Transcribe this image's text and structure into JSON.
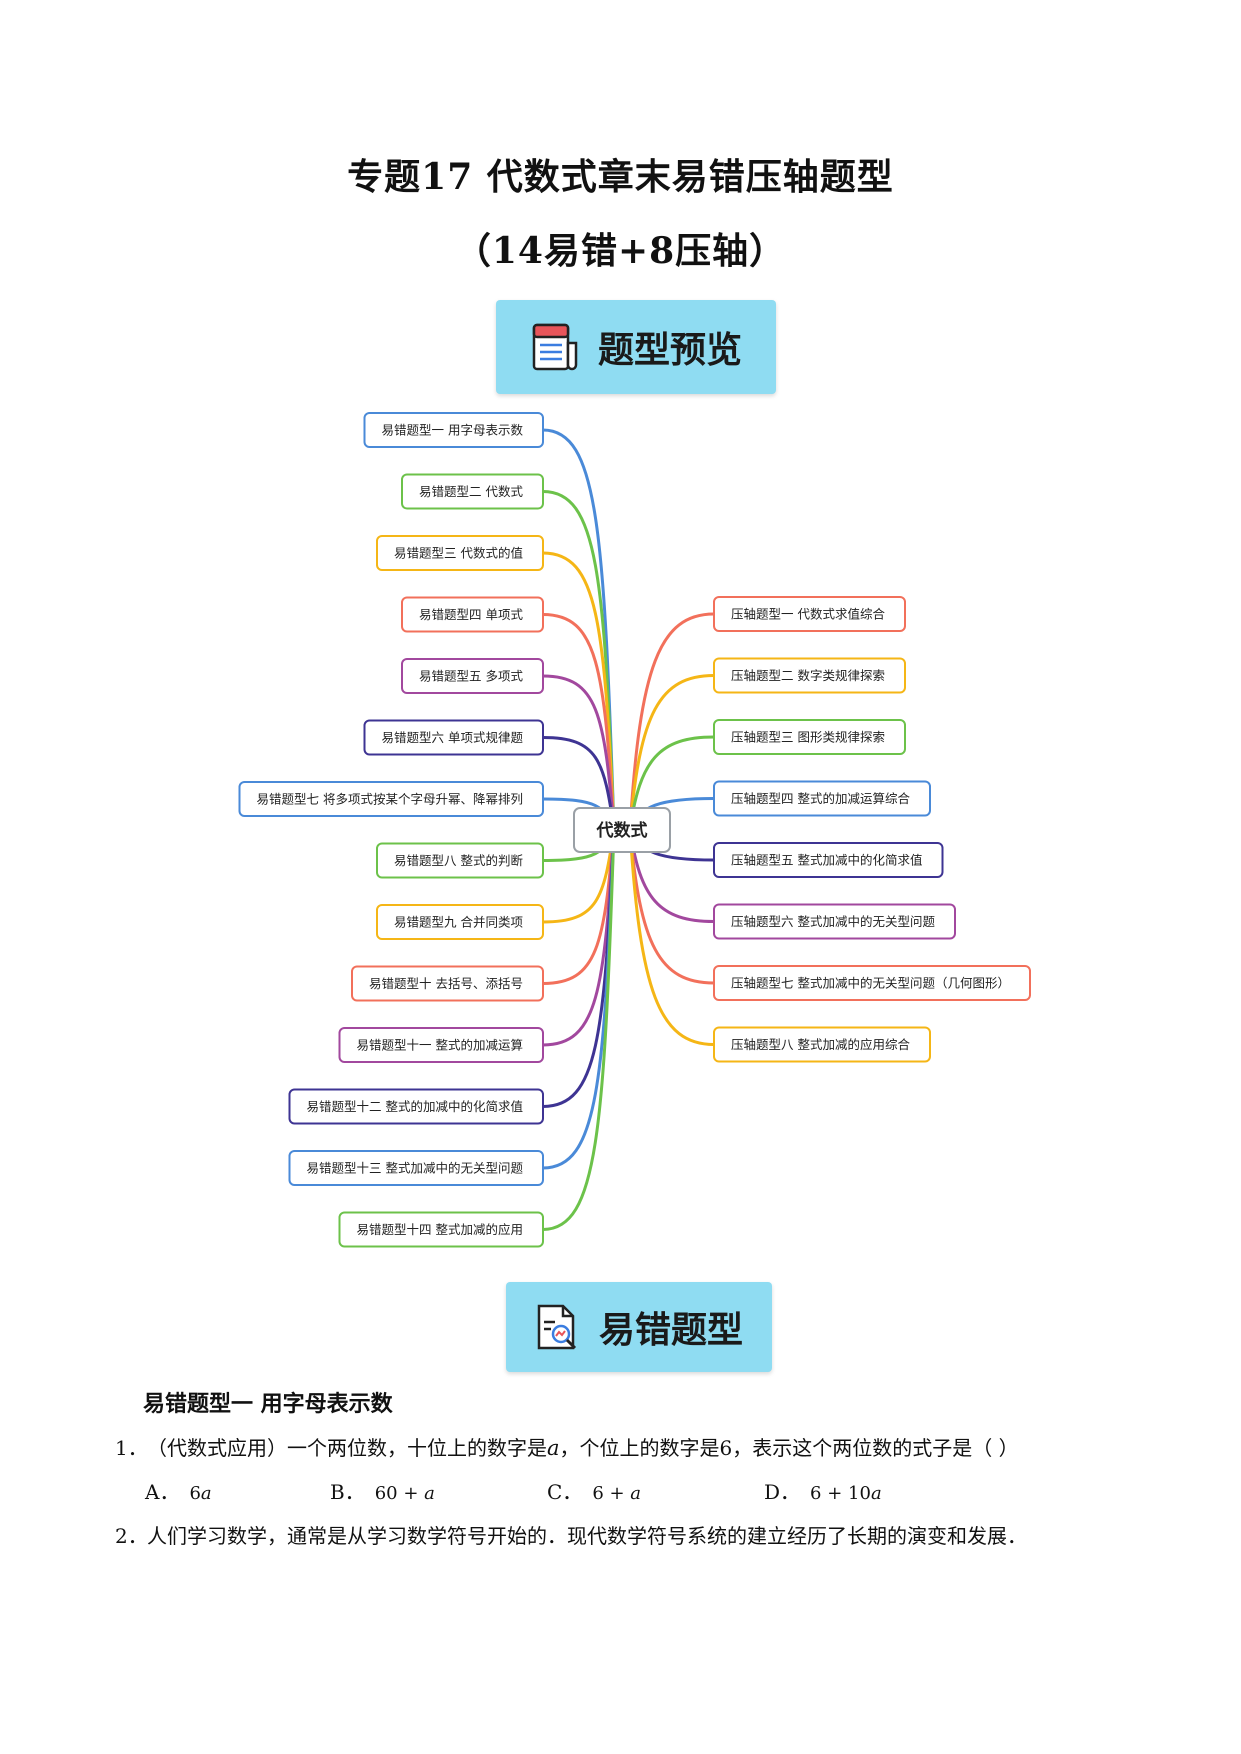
{
  "document": {
    "title_line1": "专题17 代数式章末易错压轴题型",
    "title_line2": "（14易错+8压轴）"
  },
  "banners": {
    "preview": "题型预览",
    "error_types": "易错题型"
  },
  "mindmap": {
    "center": "代数式",
    "left": [
      {
        "label": "易错题型一 用字母表示数",
        "color": "#4a8ad8"
      },
      {
        "label": "易错题型二 代数式",
        "color": "#6cc24a"
      },
      {
        "label": "易错题型三 代数式的值",
        "color": "#f5b616"
      },
      {
        "label": "易错题型四 单项式",
        "color": "#f2705b"
      },
      {
        "label": "易错题型五 多项式",
        "color": "#a2489e"
      },
      {
        "label": "易错题型六 单项式规律题",
        "color": "#3e3493"
      },
      {
        "label": "易错题型七 将多项式按某个字母升幂、降幂排列",
        "color": "#4a8ad8"
      },
      {
        "label": "易错题型八 整式的判断",
        "color": "#6cc24a"
      },
      {
        "label": "易错题型九 合并同类项",
        "color": "#f5b616"
      },
      {
        "label": "易错题型十 去括号、添括号",
        "color": "#f2705b"
      },
      {
        "label": "易错题型十一 整式的加减运算",
        "color": "#a2489e"
      },
      {
        "label": "易错题型十二 整式的加减中的化简求值",
        "color": "#3e3493"
      },
      {
        "label": "易错题型十三 整式加减中的无关型问题",
        "color": "#4a8ad8"
      },
      {
        "label": "易错题型十四 整式加减的应用",
        "color": "#6cc24a"
      }
    ],
    "right": [
      {
        "label": "压轴题型一 代数式求值综合",
        "color": "#f2705b"
      },
      {
        "label": "压轴题型二 数字类规律探索",
        "color": "#f5b616"
      },
      {
        "label": "压轴题型三 图形类规律探索",
        "color": "#6cc24a"
      },
      {
        "label": "压轴题型四 整式的加减运算综合",
        "color": "#4a8ad8"
      },
      {
        "label": "压轴题型五 整式加减中的化简求值",
        "color": "#3e3493"
      },
      {
        "label": "压轴题型六 整式加减中的无关型问题",
        "color": "#a2489e"
      },
      {
        "label": "压轴题型七 整式加减中的无关型问题（几何图形）",
        "color": "#f2705b"
      },
      {
        "label": "压轴题型八 整式加减的应用综合",
        "color": "#f5b616"
      }
    ]
  },
  "section": {
    "heading": "易错题型一  用字母表示数",
    "q1": {
      "number": "1．",
      "text_before": "（代数式应用）一个两位数，十位上的数字是",
      "var": "a",
      "text_after": "，个位上的数字是6，表示这个两位数的式子是（     ）",
      "options": [
        {
          "letter": "A．",
          "coef": "6",
          "var": "a",
          "rest": ""
        },
        {
          "letter": "B．",
          "coef": "60 + ",
          "var": "a",
          "rest": ""
        },
        {
          "letter": "C．",
          "coef": "6 + ",
          "var": "a",
          "rest": ""
        },
        {
          "letter": "D．",
          "coef": "6 + 10",
          "var": "a",
          "rest": ""
        }
      ]
    },
    "q2": {
      "number": "2．",
      "text": "人们学习数学，通常是从学习数学符号开始的．现代数学符号系统的建立经历了长期的演变和发展．"
    }
  }
}
